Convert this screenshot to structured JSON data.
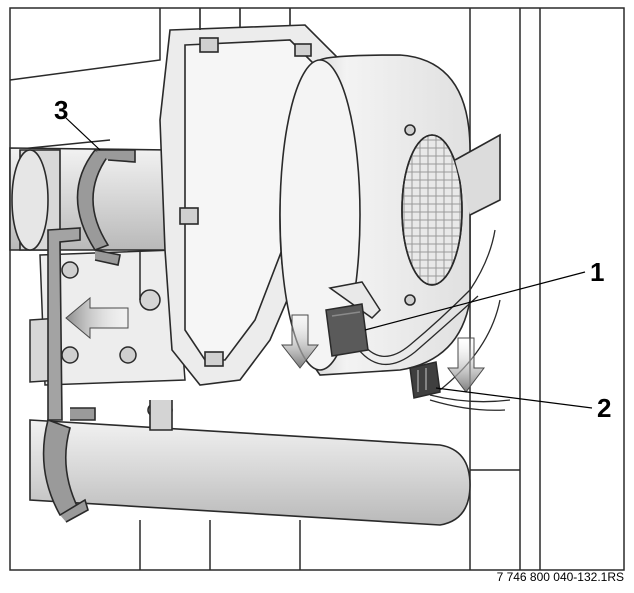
{
  "callouts": {
    "fan_connector": "1",
    "sensor_connector": "2",
    "pipe_clip": "3"
  },
  "figure_code": "7 746 800 040-132.1RS",
  "colors": {
    "line": "#2a2a2a",
    "tone_light": "#e6e6e6",
    "tone_mid": "#c9c9c9",
    "tone_dark": "#9a9a9a",
    "clip": "#8a8a8a"
  }
}
